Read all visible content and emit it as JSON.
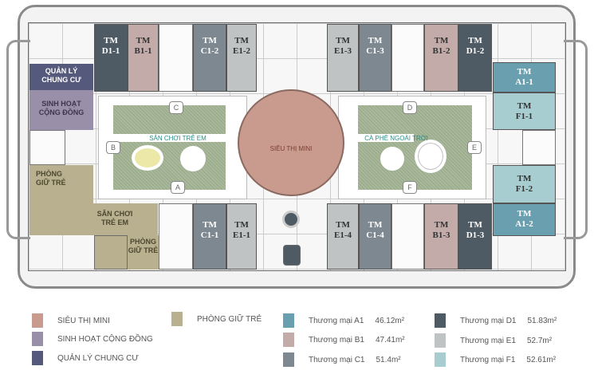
{
  "colors": {
    "sieu_thi": "#c99a8e",
    "sinh_hoat": "#9a8fa8",
    "quan_ly": "#555a7c",
    "phong_giu_tre": "#b8b08e",
    "A1": "#6a9fb0",
    "B1": "#c2aba8",
    "C1": "#7e8890",
    "D1": "#4f5b64",
    "E1": "#bfc3c3",
    "F1": "#a7cdd0",
    "green": "#a9b89a"
  },
  "plan": {
    "units": {
      "d1_1": "TM\nD1-1",
      "b1_1": "TM\nB1-1",
      "c1_2": "TM\nC1-2",
      "e1_2": "TM\nE1-2",
      "e1_3": "TM\nE1-3",
      "c1_3": "TM\nC1-3",
      "b1_2": "TM\nB1-2",
      "d1_2": "TM\nD1-2",
      "a1_1": "TM\nA1-1",
      "f1_1": "TM\nF1-1",
      "f1_2": "TM\nF1-2",
      "a1_2": "TM\nA1-2",
      "c1_1": "TM\nC1-1",
      "e1_1": "TM\nE1-1",
      "e1_4": "TM\nE1-4",
      "c1_4": "TM\nC1-4",
      "b1_3": "TM\nB1-3",
      "d1_3": "TM\nD1-3"
    },
    "rooms": {
      "quan_ly": "QUẢN LÝ\nCHUNG CƯ",
      "sinh_hoat": "SINH HOẠT\nCỘNG ĐỒNG",
      "phong_giu_tre_1": "PHÒNG\nGIỮ TRẺ",
      "san_choi_indoor": "SÂN CHƠI\nTRẺ EM",
      "phong_giu_tre_2": "PHÒNG\nGIỮ TRẺ",
      "sieu_thi": "SIÊU THỊ MINI"
    },
    "outdoor": {
      "san_choi": "SÂN CHƠI TRẺ EM",
      "ca_phe": "CÀ PHÊ NGOÀI TRỜI"
    },
    "markers": [
      "A",
      "B",
      "C",
      "D",
      "E",
      "F"
    ]
  },
  "legend": {
    "left": [
      {
        "label": "SIÊU THỊ MINI",
        "color": "#c99a8e"
      },
      {
        "label": "SINH HOẠT CỘNG ĐỒNG",
        "color": "#9a8fa8"
      },
      {
        "label": "QUẢN LÝ CHUNG CƯ",
        "color": "#555a7c"
      }
    ],
    "mid": [
      {
        "label": "PHÒNG GIỮ TRẺ",
        "color": "#b8b08e"
      }
    ],
    "units": [
      {
        "label": "Thương mại A1",
        "area": "46.12m²",
        "color": "#6a9fb0"
      },
      {
        "label": "Thương mại B1",
        "area": "47.41m²",
        "color": "#c2aba8"
      },
      {
        "label": "Thương mại C1",
        "area": "51.4m²",
        "color": "#7e8890"
      },
      {
        "label": "Thương mại D1",
        "area": "51.83m²",
        "color": "#4f5b64"
      },
      {
        "label": "Thương mại E1",
        "area": "52.7m²",
        "color": "#bfc3c3"
      },
      {
        "label": "Thương mại F1",
        "area": "52.61m²",
        "color": "#a7cdd0"
      }
    ]
  }
}
